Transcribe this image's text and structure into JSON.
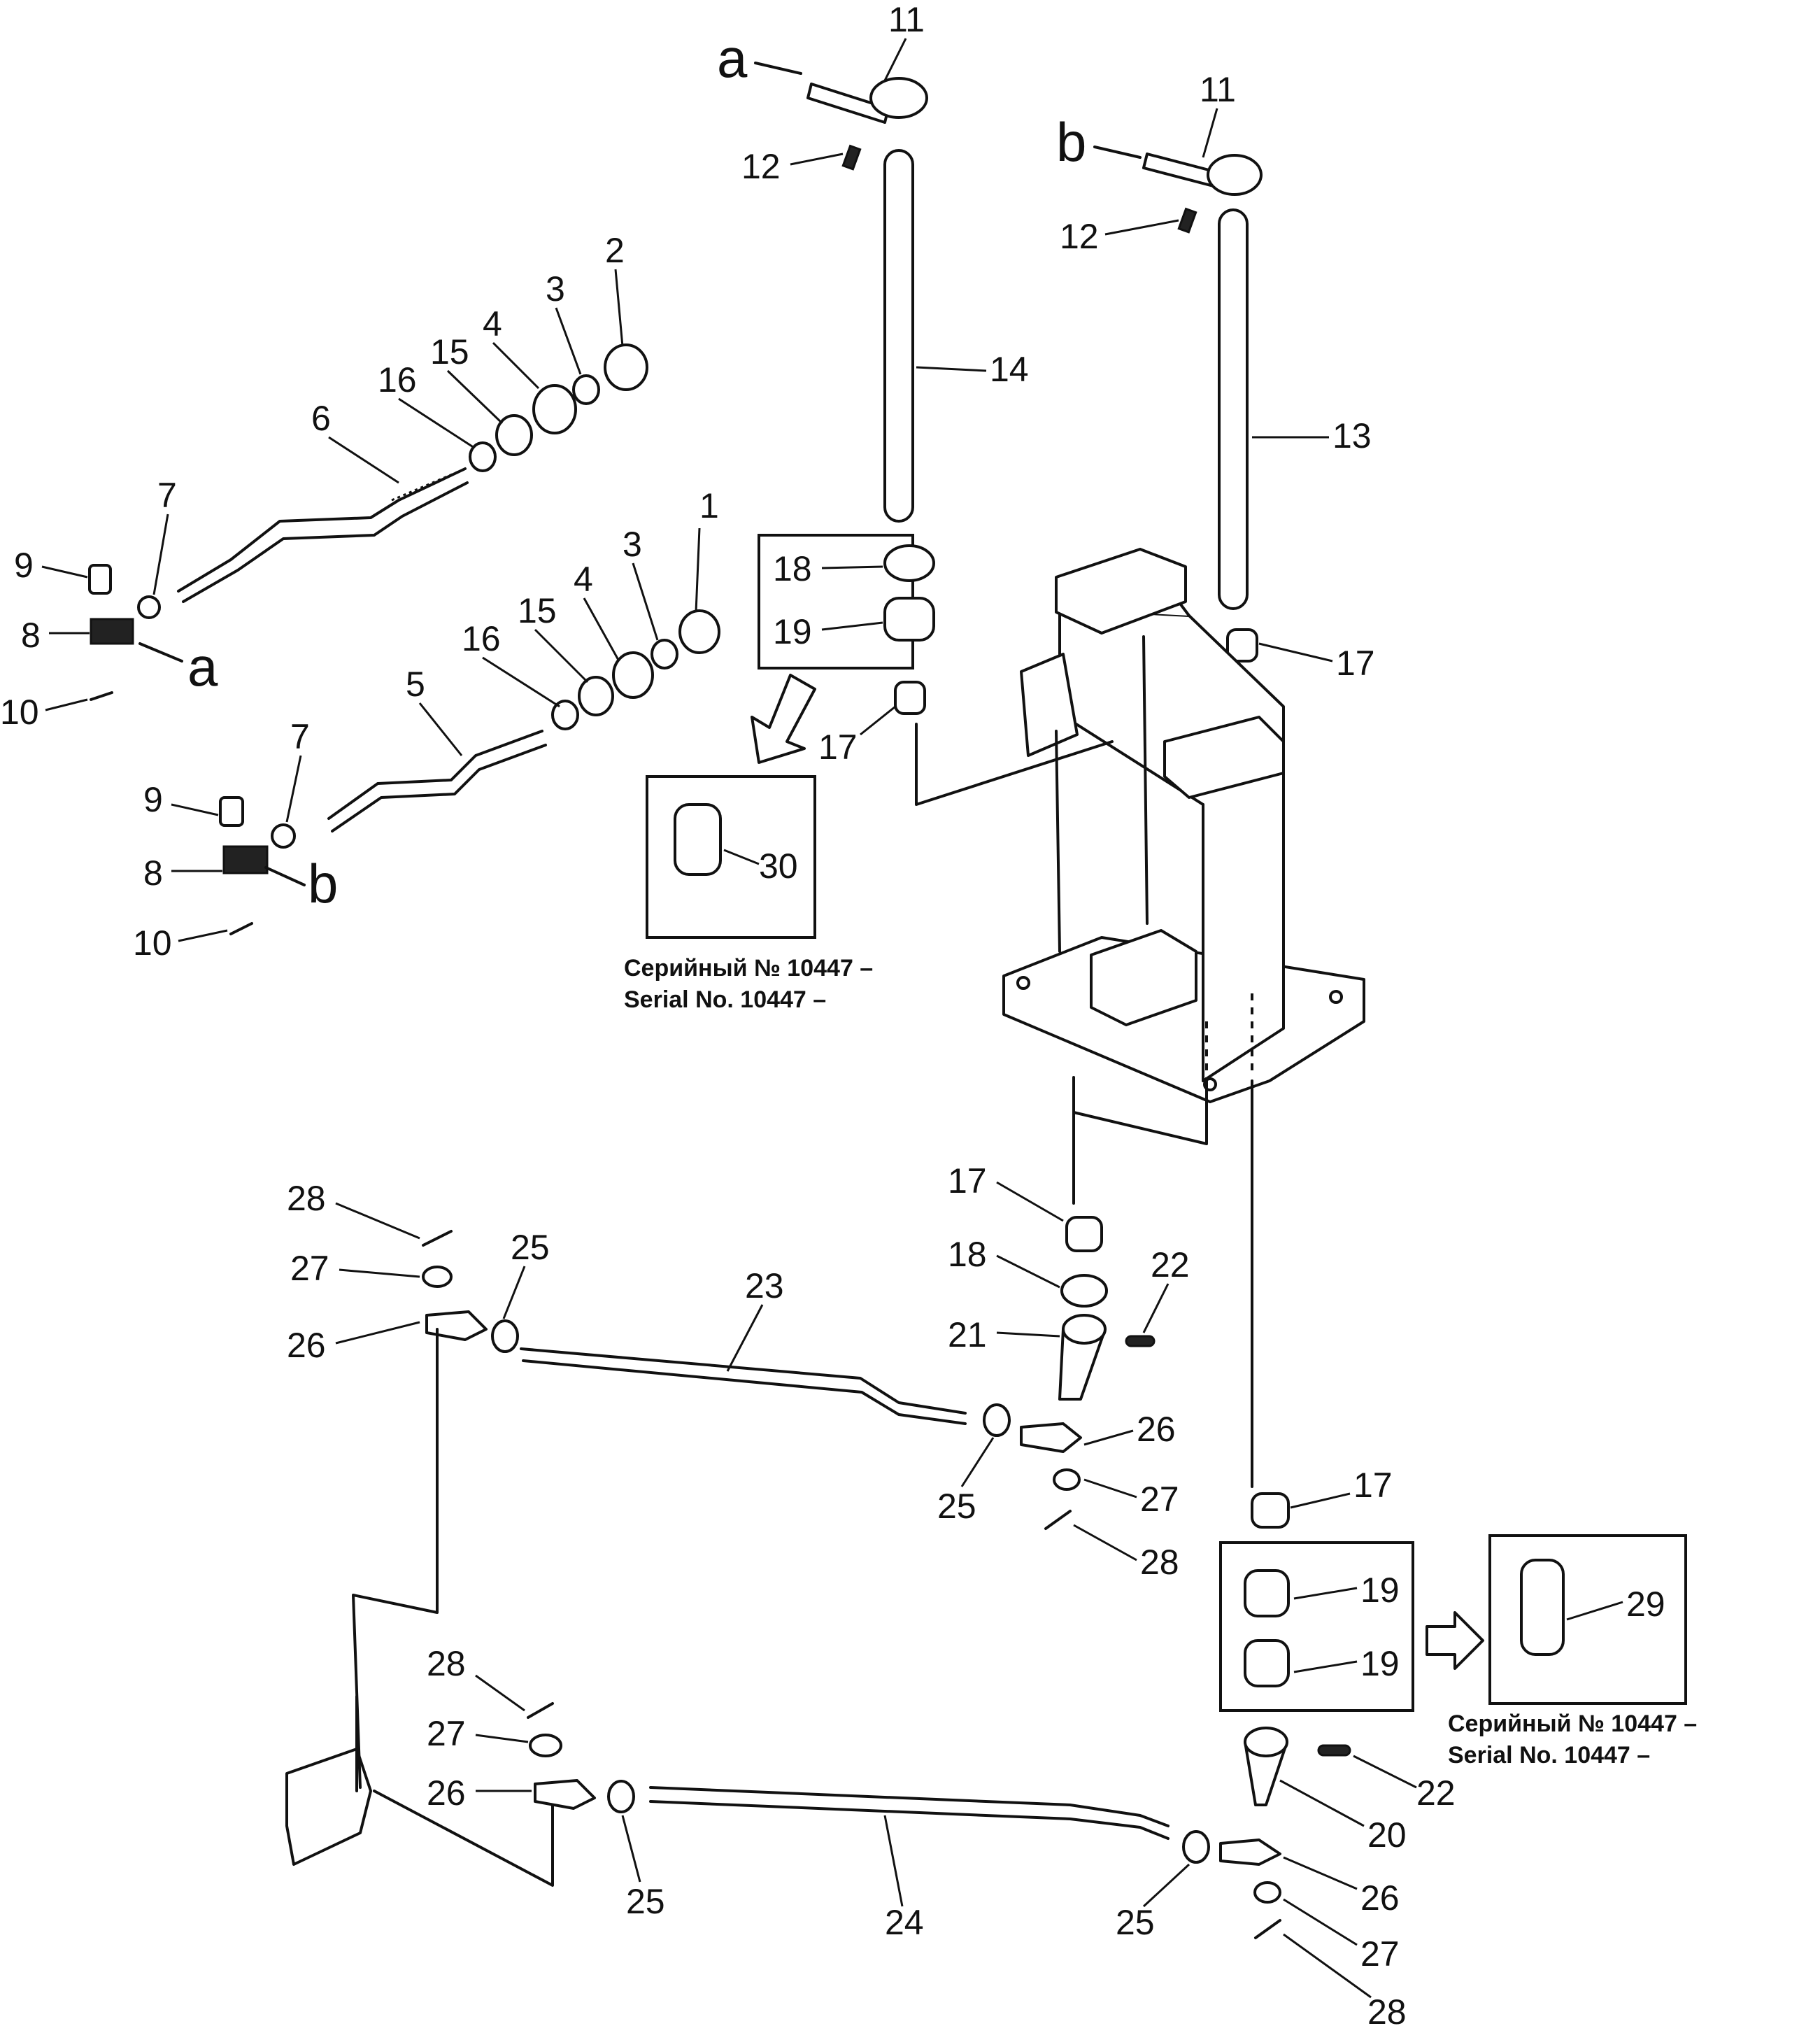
{
  "callouts": {
    "c1": "1",
    "c2": "2",
    "c3": "3",
    "c4": "4",
    "c5": "5",
    "c6": "6",
    "c7": "7",
    "c8": "8",
    "c9": "9",
    "c10": "10",
    "c11": "11",
    "c12": "12",
    "c13": "13",
    "c14": "14",
    "c15": "15",
    "c16": "16",
    "c17": "17",
    "c18": "18",
    "c19": "19",
    "c20": "20",
    "c21": "21",
    "c22": "22",
    "c23": "23",
    "c24": "24",
    "c25": "25",
    "c26": "26",
    "c27": "27",
    "c28": "28",
    "c29": "29",
    "c30": "30"
  },
  "refs": {
    "a": "a",
    "b": "b"
  },
  "serial_notes": {
    "ru": "Серийный № 10447 –",
    "en": "Serial No. 10447 –"
  }
}
